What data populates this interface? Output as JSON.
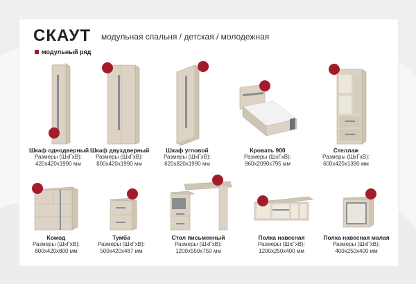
{
  "header": {
    "title": "СКАУТ",
    "subtitle": "модульная спальня / детская / молодежная",
    "legend": "модульный ряд"
  },
  "colors": {
    "accent": "#a31c2a"
  },
  "items": [
    {
      "name": "Шкаф однодверный",
      "label": "Размеры (ШхГхВ):",
      "dims": "420х420х1990 мм"
    },
    {
      "name": "Шкаф двухдверный",
      "label": "Размеры (ШхГхВ):",
      "dims": "800х420х1990 мм"
    },
    {
      "name": "Шкаф угловой",
      "label": "Размеры (ШхГхВ):",
      "dims": "820х820х1990 мм"
    },
    {
      "name": "Кровать 900",
      "label": "Размеры (ШхГхВ):",
      "dims": "960х2090х795 мм"
    },
    {
      "name": "Стеллаж",
      "label": "Размеры (ШхГхВ):",
      "dims": "600х420х1390 мм"
    },
    {
      "name": "Комод",
      "label": "Размеры (ШхГхВ):",
      "dims": "800х420х800 мм"
    },
    {
      "name": "Тумба",
      "label": "Размеры (ШхГхВ):",
      "dims": "500х420х487 мм"
    },
    {
      "name": "Стол письменный",
      "label": "Размеры (ШхГхВ):",
      "dims": "1200х550х750 мм"
    },
    {
      "name": "Полка навесная",
      "label": "Размеры (ШхГхВ):",
      "dims": "1200х250х400 мм"
    },
    {
      "name": "Полка навесная малая",
      "label": "Размеры (ШхГхВ):",
      "dims": "400х250х400 мм"
    }
  ]
}
